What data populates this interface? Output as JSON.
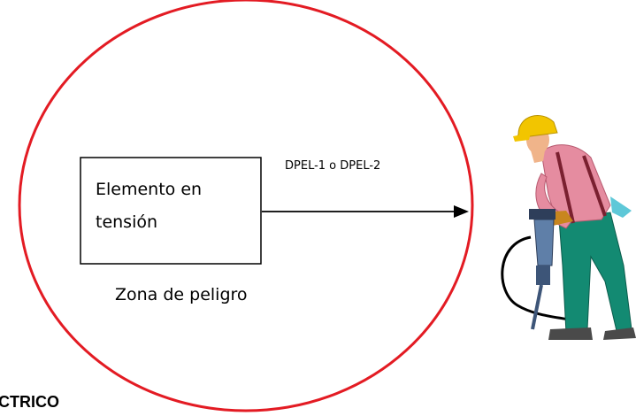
{
  "diagram": {
    "box_label_line1": "Elemento en",
    "box_label_line2": "tensión",
    "distance_label": "DPEL-1 o DPEL-2",
    "zone_label": "Zona de peligro",
    "heading_fragment": "CTRICO"
  },
  "colors": {
    "danger_zone_outline": "#e31b23",
    "box_outline": "#000000",
    "arrow": "#000000",
    "helmet": "#f2c500",
    "shirt": "#e58ca0",
    "trousers": "#138a72",
    "tool": "#5f7fa8"
  },
  "icons": {
    "worker": "worker-with-jackhammer-icon"
  }
}
